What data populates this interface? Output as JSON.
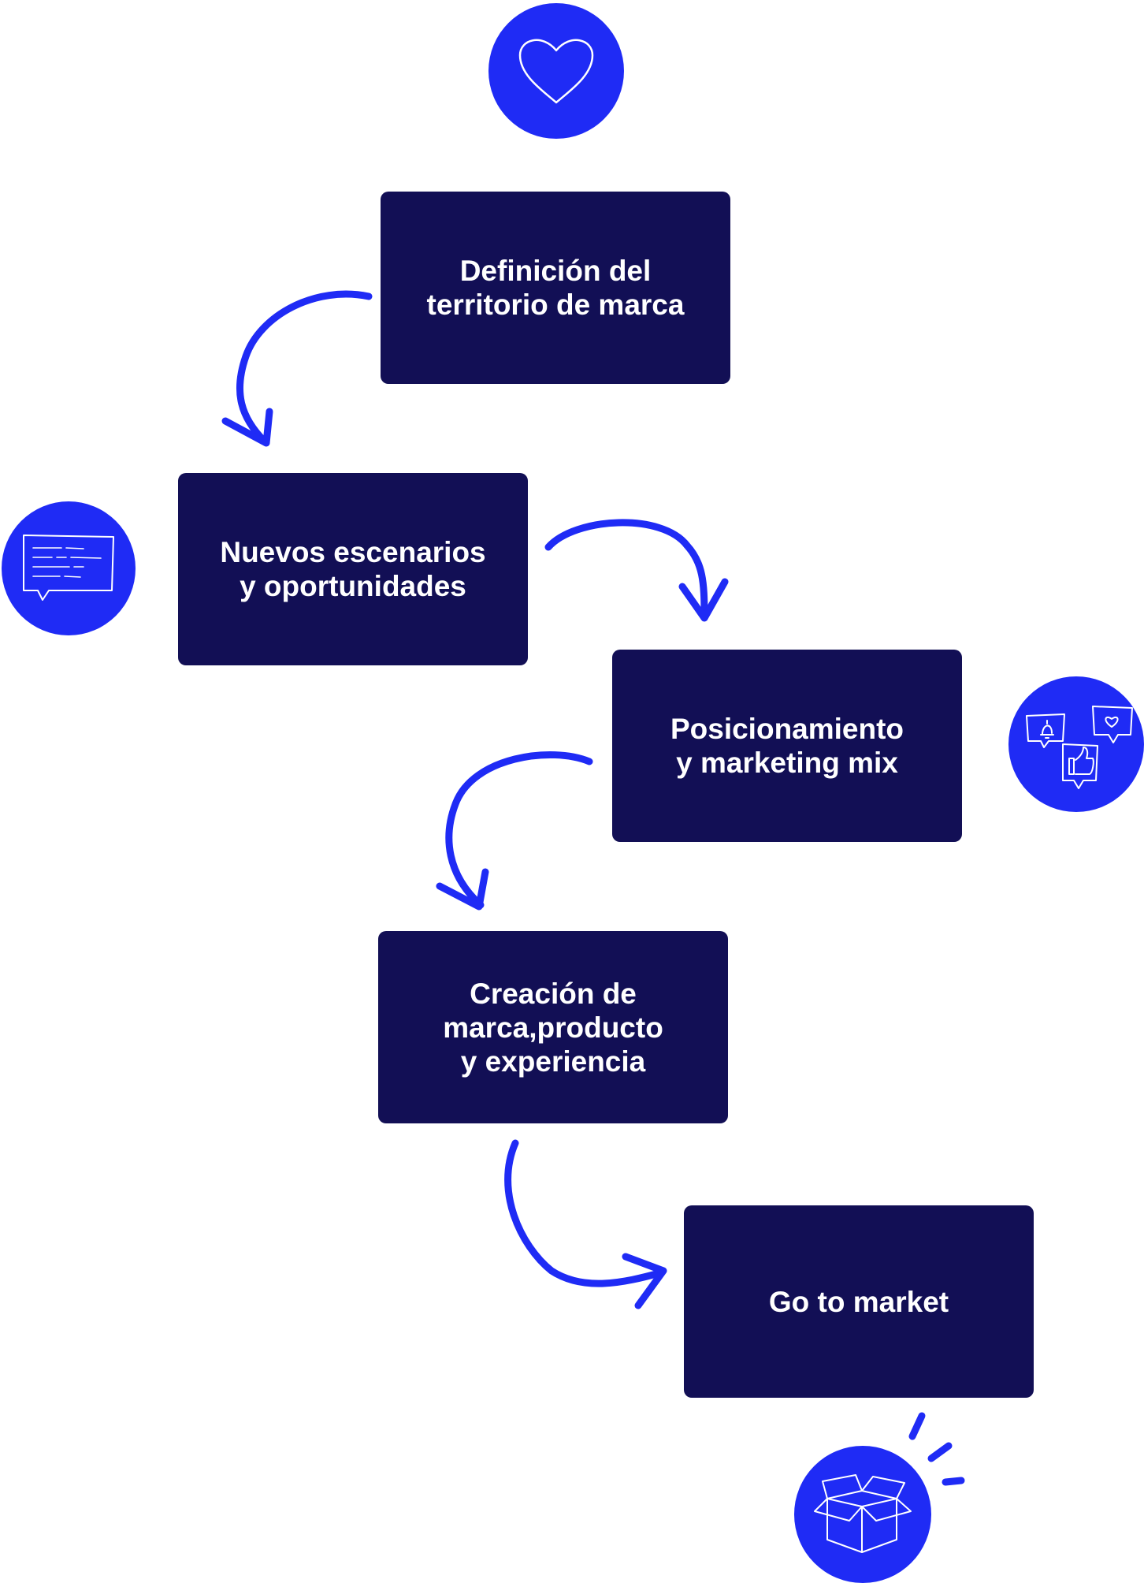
{
  "colors": {
    "box": "#120F55",
    "accent": "#1F2BF5",
    "text": "#ffffff"
  },
  "steps": [
    {
      "label": "Definición del\nterritorio de marca"
    },
    {
      "label": "Nuevos escenarios\ny oportunidades"
    },
    {
      "label": "Posicionamiento\ny marketing mix"
    },
    {
      "label": "Creación de\nmarca,producto\ny experiencia"
    },
    {
      "label": "Go to market"
    }
  ],
  "icons": [
    "heart-icon",
    "chat-message-icon",
    "social-notifications-icon",
    "open-box-icon"
  ]
}
